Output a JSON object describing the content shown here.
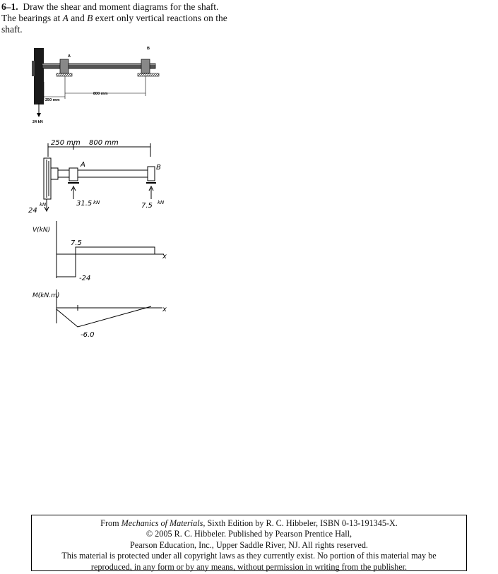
{
  "problem": {
    "number": "6–1.",
    "text_line1": "Draw the shear and moment diagrams for the shaft.",
    "text_line2_a": "The bearings at ",
    "bearing_a": "A",
    "text_line2_b": " and ",
    "bearing_b": "B",
    "text_line2_c": " exert only vertical reactions on the",
    "text_line3": "shaft."
  },
  "figure": {
    "label_a": "A",
    "label_b": "B",
    "dim_250": "250 mm",
    "dim_800": "800 mm",
    "load": "24 kN"
  },
  "fbd": {
    "dim_250": "250 mm",
    "dim_800": "800 mm",
    "label_a": "A",
    "label_b": "B",
    "load_value": "24",
    "load_unit": "kN",
    "reaction_a_value": "31.5",
    "reaction_a_unit": "kN",
    "reaction_b_value": "7.5",
    "reaction_b_unit": "kN"
  },
  "shear": {
    "axis_label": "V(kN)",
    "x_label": "x",
    "value_pos": "7.5",
    "value_neg": "-24"
  },
  "moment": {
    "axis_label": "M(kN.m)",
    "x_label": "x",
    "value_min": "-6.0"
  },
  "footer": {
    "line1_a": "From ",
    "line1_title": "Mechanics of Materials,",
    "line1_b": " Sixth Edition by R. C. Hibbeler, ISBN 0-13-191345-X.",
    "line2": "© 2005 R. C. Hibbeler. Published by Pearson Prentice Hall,",
    "line3": "Pearson Education, Inc., Upper Saddle River, NJ.  All rights reserved.",
    "line4": "This material is protected under all copyright laws as they currently exist. No portion of this material may be",
    "line5": "reproduced, in any form or by any means, without permission in writing from the publisher."
  }
}
